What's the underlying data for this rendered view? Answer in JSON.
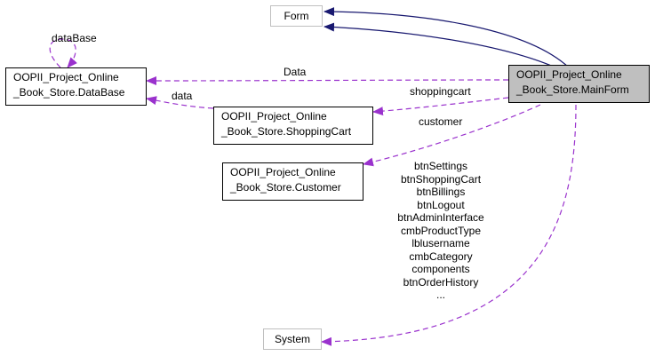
{
  "nodes": {
    "form": "Form",
    "main_form": "OOPII_Project_Online\n_Book_Store.MainForm",
    "database": "OOPII_Project_Online\n_Book_Store.DataBase",
    "shopping_cart": "OOPII_Project_Online\n_Book_Store.ShoppingCart",
    "customer": "OOPII_Project_Online\n_Book_Store.Customer",
    "system": "System"
  },
  "edge_labels": {
    "database_self": "dataBase",
    "data_main": "Data",
    "data_cart": "data",
    "shoppingcart": "shoppingcart",
    "customer": "customer"
  },
  "system_members": [
    "btnSettings",
    "btnShoppingCart",
    "btnBillings",
    "btnLogout",
    "btnAdminInterface",
    "cmbProductType",
    "lblusername",
    "cmbCategory",
    "components",
    "btnOrderHistory",
    "..."
  ],
  "colors": {
    "inheritance": "#191970",
    "usage": "#9a32cd",
    "main_fill": "#bfbfbf",
    "external_border": "#bfbfbf"
  }
}
